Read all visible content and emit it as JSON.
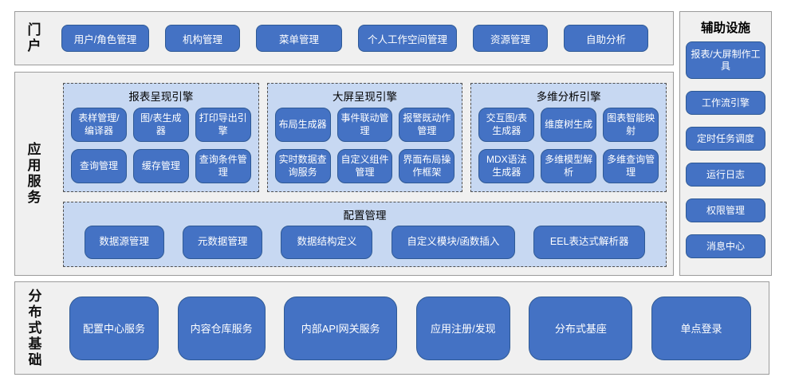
{
  "portal": {
    "label": "门户",
    "items": [
      "用户/角色管理",
      "机构管理",
      "菜单管理",
      "个人工作空间管理",
      "资源管理",
      "自助分析"
    ]
  },
  "app": {
    "label": "应用服务",
    "groups": [
      {
        "title": "报表呈现引擎",
        "items": [
          "表样管理/编译器",
          "图/表生成器",
          "打印导出引擎",
          "查询管理",
          "缓存管理",
          "查询条件管理"
        ]
      },
      {
        "title": "大屏呈现引擎",
        "items": [
          "布局生成器",
          "事件联动管理",
          "报警既动作管理",
          "实时数据查询服务",
          "自定义组件管理",
          "界面布局操作框架"
        ]
      },
      {
        "title": "多维分析引擎",
        "items": [
          "交互图/表生成器",
          "维度树生成",
          "图表智能映射",
          "MDX语法生成器",
          "多维模型解析",
          "多维查询管理"
        ]
      }
    ],
    "config": {
      "title": "配置管理",
      "items": [
        "数据源管理",
        "元数据管理",
        "数据结构定义",
        "自定义模块/函数插入",
        "EEL表达式解析器"
      ]
    }
  },
  "aux": {
    "title": "辅助设施",
    "items": [
      "报表/大屏制作工具",
      "工作流引擎",
      "定时任务调度",
      "运行日志",
      "权限管理",
      "消息中心"
    ]
  },
  "infra": {
    "label": "分布式基础",
    "items": [
      "配置中心服务",
      "内容仓库服务",
      "内部API网关服务",
      "应用注册/发现",
      "分布式基座",
      "单点登录"
    ]
  },
  "colors": {
    "button_fill": "#4472c4",
    "button_border": "#2e5995",
    "button_text": "#ffffff",
    "group_fill": "#c7d8f2",
    "group_dash_border": "#4f4f4f",
    "section_fill": "#f0f0f0",
    "section_border": "#9b9b9b",
    "label_text": "#111111"
  }
}
